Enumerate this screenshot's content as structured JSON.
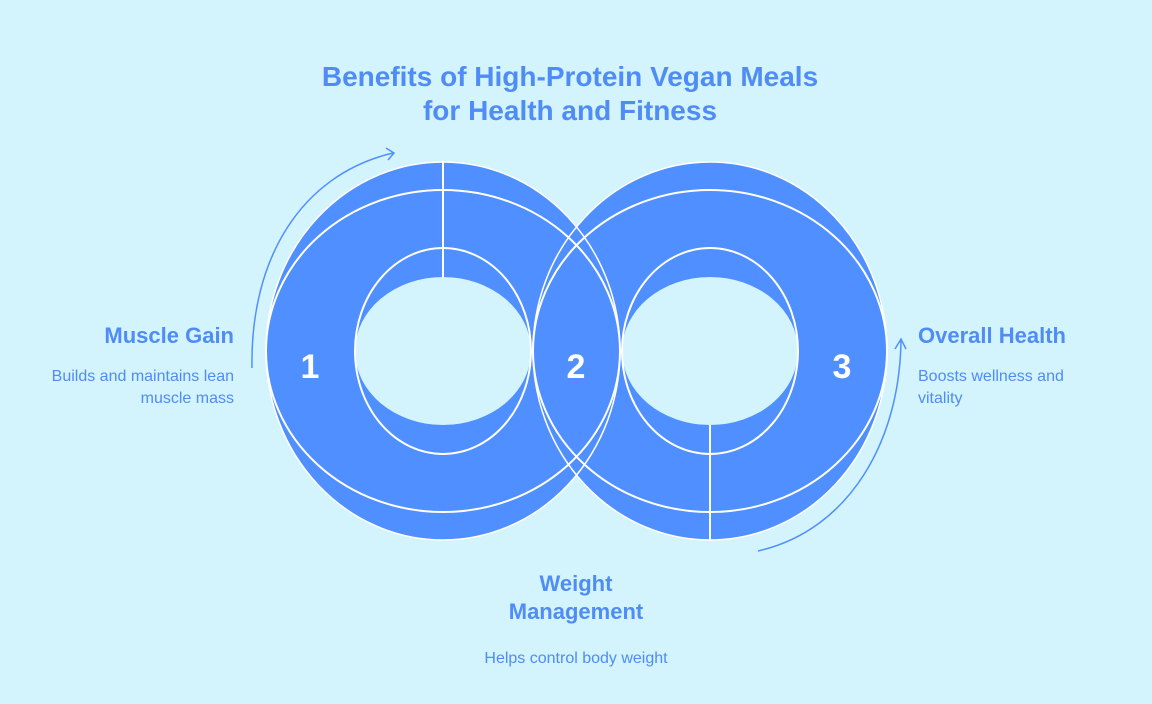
{
  "title": "Benefits of High-Protein Vegan Meals for Health and Fitness",
  "steps": [
    {
      "number": "1",
      "heading": "Muscle Gain",
      "description": "Builds and maintains lean muscle mass"
    },
    {
      "number": "2",
      "heading": "Weight Management",
      "description": "Helps control body weight"
    },
    {
      "number": "3",
      "heading": "Overall Health",
      "description": "Boosts wellness and vitality"
    }
  ],
  "colors": {
    "background": "#d3f3fd",
    "accent": "#4f8fff",
    "text": "#4f8cf6"
  }
}
